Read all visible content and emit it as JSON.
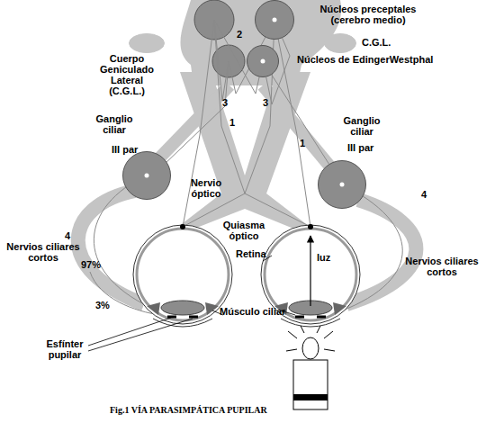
{
  "diagram": {
    "caption": "Fig.1 VÍA PARASIMPÁTICA PUPILAR",
    "nodes": [
      {
        "text": [
          "Núcleos preceptales (cerebro medio)"
        ]
      },
      {
        "text": [
          "C.G.L."
        ]
      },
      {
        "text": [
          "Cuerpo Geniculado Lateral (C.G.L.)"
        ]
      },
      {
        "text": [
          "Núcleos de EdingerWestphal"
        ]
      },
      {
        "text": [
          "Ganglio ciliar"
        ]
      },
      {
        "text": [
          "Ganglio ciliar"
        ]
      }
    ],
    "edges": [
      {
        "from": 0,
        "to": 3,
        "arrow": "none",
        "label": "3"
      },
      {
        "from": 3,
        "to": 5,
        "arrow": "none",
        "label": "III par"
      }
    ],
    "labels": [
      "2",
      "3",
      "1",
      "1",
      "III par",
      "Nervio óptico",
      "Quiasma óptico",
      "4",
      "4",
      "Nervios ciliares cortos",
      "Nervios ciliares cortos",
      "97%",
      "3%",
      "Retina",
      "luz",
      "Músculo ciliar",
      "Esfínter pupilar"
    ]
  }
}
